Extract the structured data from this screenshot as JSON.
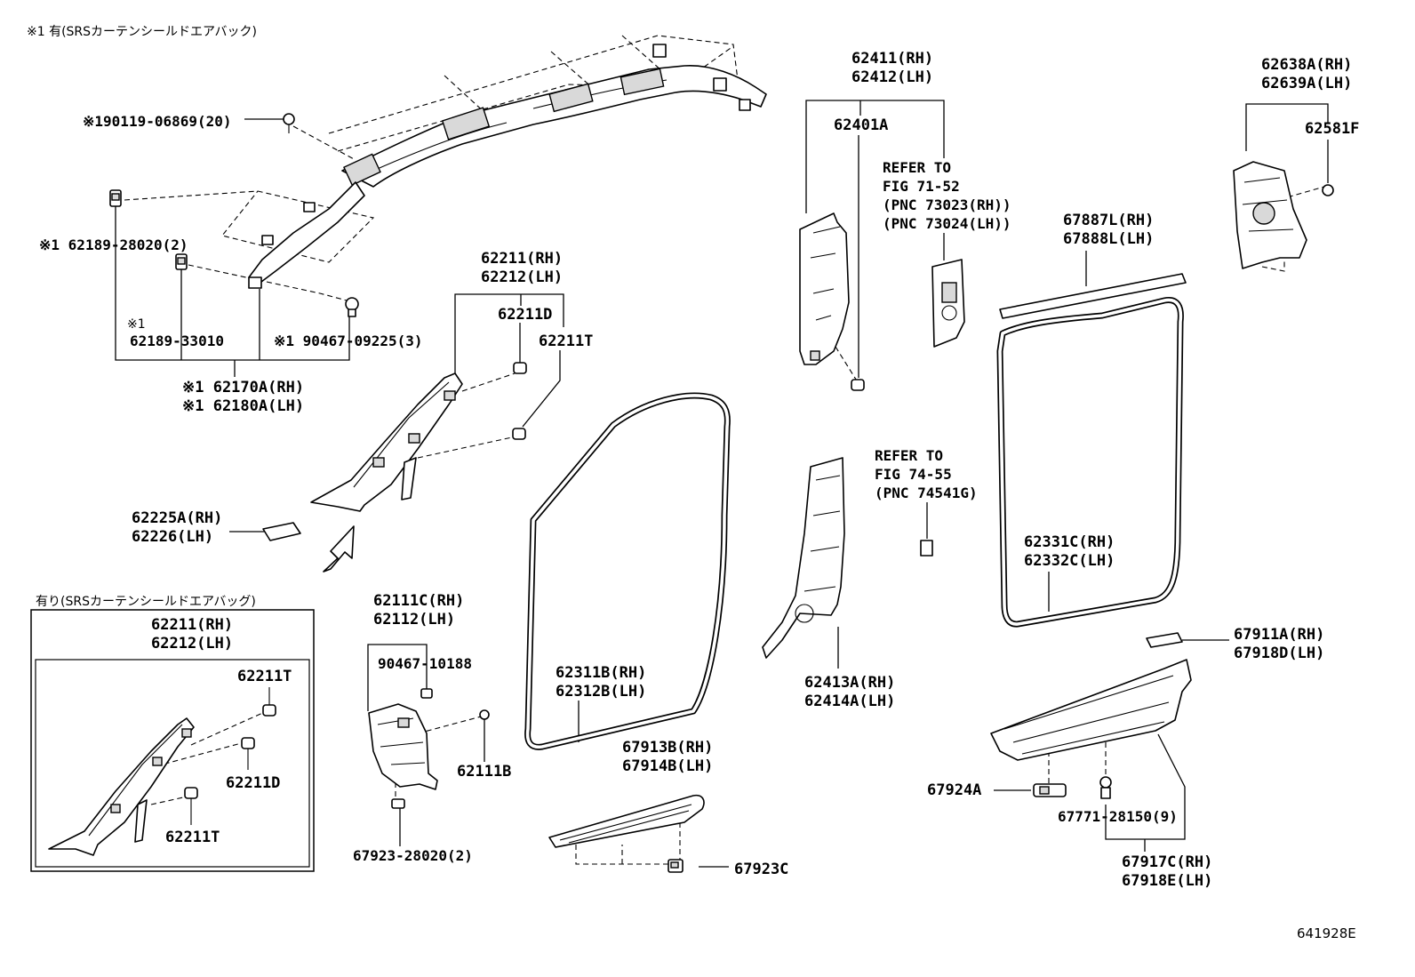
{
  "header_note": "※1 有(SRSカーテンシールドエアバック)",
  "inset_title": "有り(SRSカーテンシールドエアバッグ)",
  "figure_id": "641928E",
  "labels": {
    "p19011906869": "※190119-06869(20)",
    "p6218928020": "※1 62189-28020(2)",
    "p6218933010_mark": "※1",
    "p6218933010": "62189-33010",
    "p9046709225": "※1 90467-09225(3)",
    "p62170A": "※1 62170A(RH)",
    "p62180A": "※1 62180A(LH)",
    "p62211_rh": "62211(RH)",
    "p62212_lh": "62212(LH)",
    "p62211D": "62211D",
    "p62211T": "62211T",
    "p62225A": "62225A(RH)",
    "p62226": "62226(LH)",
    "inset_62211_rh": "62211(RH)",
    "inset_62212_lh": "62212(LH)",
    "inset_62211T_a": "62211T",
    "inset_62211D": "62211D",
    "inset_62211T_b": "62211T",
    "p62111C": "62111C(RH)",
    "p62112": "62112(LH)",
    "p9046710188": "90467-10188",
    "p62111B": "62111B",
    "p6792328020": "67923-28020(2)",
    "p62311B": "62311B(RH)",
    "p62312B": "62312B(LH)",
    "p67913B": "67913B(RH)",
    "p67914B": "67914B(LH)",
    "p67923C": "67923C",
    "p62411": "62411(RH)",
    "p62412": "62412(LH)",
    "p62401A": "62401A",
    "refer1_l1": "REFER TO",
    "refer1_l2": "FIG 71-52",
    "refer1_l3": "(PNC 73023(RH))",
    "refer1_l4": "(PNC 73024(LH))",
    "refer2_l1": "REFER TO",
    "refer2_l2": "FIG 74-55",
    "refer2_l3": "(PNC 74541G)",
    "p62413A": "62413A(RH)",
    "p62414A": "62414A(LH)",
    "p62638A": "62638A(RH)",
    "p62639A": "62639A(LH)",
    "p62581F": "62581F",
    "p67887L": "67887L(RH)",
    "p67888L": "67888L(LH)",
    "p62331C": "62331C(RH)",
    "p62332C": "62332C(LH)",
    "p67911A": "67911A(RH)",
    "p67918D": "67918D(LH)",
    "p67924A": "67924A",
    "p6777128150": "67771-28150(9)",
    "p67917C": "67917C(RH)",
    "p67918E": "67918E(LH)"
  }
}
